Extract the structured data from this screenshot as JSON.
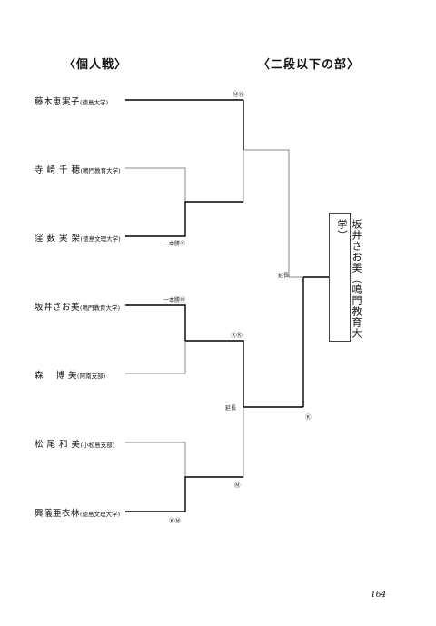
{
  "headings": {
    "left": "〈個人戦〉",
    "right": "〈二段以下の部〉"
  },
  "players": [
    {
      "name": "藤木恵実子",
      "affiliation": "(徳島大学)"
    },
    {
      "name": "寺 崎 千 穂",
      "affiliation": "(鳴門教育大学)"
    },
    {
      "name": "窪 薮 実 架",
      "affiliation": "(徳島文理大学)"
    },
    {
      "name": "坂井さお美",
      "affiliation": "(鳴門教育大学)"
    },
    {
      "name": "森　 博 美",
      "affiliation": "(阿南支部)"
    },
    {
      "name": "松 尾 和 美",
      "affiliation": "(小松島支部)"
    },
    {
      "name": "興儀亜衣林",
      "affiliation": "(徳島文理大学)"
    }
  ],
  "notes": {
    "ippon_1": "一本勝Ⓚ",
    "ippon_2": "一本勝Ⓜ",
    "encho_1": "延長",
    "encho_2": "延長"
  },
  "marks": {
    "m1": "ⓂⓀ",
    "m2": "ⓀⓀ",
    "m3": "Ⓚ",
    "m4": "ⓀⓂ",
    "m5": "Ⓜ"
  },
  "winner": "坂井さお美（鳴門教育大学）",
  "page_number": "164"
}
